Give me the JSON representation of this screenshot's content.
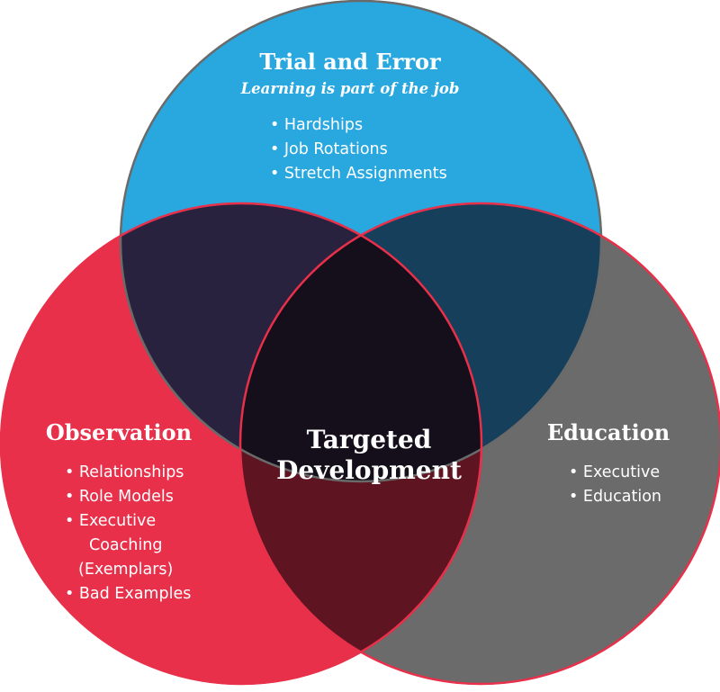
{
  "diagram": {
    "top": {
      "title": "Trial and Error",
      "subtitle": "Learning is part of the job",
      "items": [
        "• Hardships",
        "• Job Rotations",
        "• Stretch Assignments"
      ],
      "color": "#29A8E0"
    },
    "left": {
      "title": "Observation",
      "items": [
        "• Relationships",
        "• Role Models",
        "• Executive",
        "Coaching",
        "(Exemplars)",
        "• Bad Examples"
      ],
      "color": "#E8304A"
    },
    "right": {
      "title": "Education",
      "items": [
        "• Executive",
        "• Education"
      ],
      "color": "#6B6B6B"
    },
    "center": {
      "lines": [
        "Targeted",
        "Development"
      ]
    },
    "overlap_colors": {
      "top_left": "#29223F",
      "top_right": "#153F5B",
      "left_right": "#5E1521",
      "all": "#140F1A"
    },
    "outline_colors": {
      "top": "#6A6A6A",
      "left": "#E8304A",
      "right": "#E8304A"
    }
  }
}
